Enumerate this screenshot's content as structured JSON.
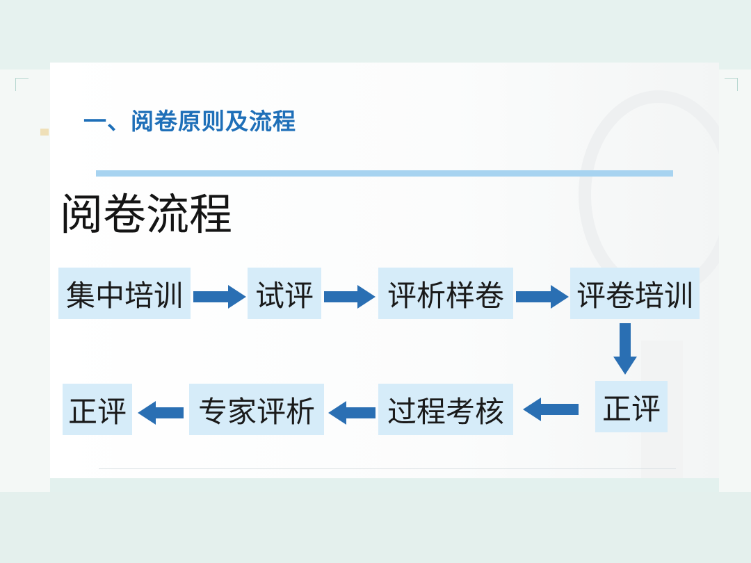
{
  "slide": {
    "heading": "一、阅卷原则及流程",
    "subtitle": "阅卷流程"
  },
  "flow": {
    "row1": [
      {
        "label": "集中培训"
      },
      {
        "label": "试评"
      },
      {
        "label": "评析样卷"
      },
      {
        "label": "评卷培训"
      }
    ],
    "row2": [
      {
        "label": "正评"
      },
      {
        "label": "过程考核"
      },
      {
        "label": "专家评析"
      },
      {
        "label": "正评"
      }
    ],
    "edges": [
      {
        "from": "集中培训",
        "to": "试评",
        "direction": "right"
      },
      {
        "from": "试评",
        "to": "评析样卷",
        "direction": "right"
      },
      {
        "from": "评析样卷",
        "to": "评卷培训",
        "direction": "right"
      },
      {
        "from": "评卷培训",
        "to": "正评",
        "direction": "down"
      },
      {
        "from": "正评",
        "to": "过程考核",
        "direction": "left"
      },
      {
        "from": "过程考核",
        "to": "专家评析",
        "direction": "left"
      },
      {
        "from": "专家评析",
        "to": "正评",
        "direction": "left"
      }
    ]
  },
  "colors": {
    "heading": "#1e6fb8",
    "box_fill": "#d6ecf9",
    "arrow": "#2a6fb3",
    "rule": "#a7d3f0"
  }
}
